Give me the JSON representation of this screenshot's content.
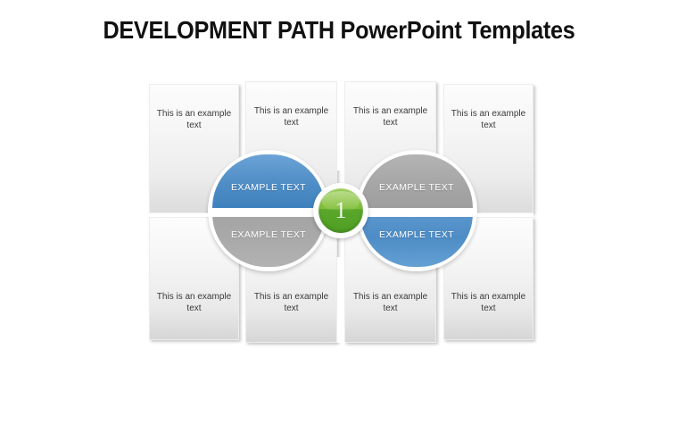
{
  "slide": {
    "title": "DEVELOPMENT PATH PowerPoint Templates",
    "background_color": "#ffffff"
  },
  "diagram": {
    "type": "four-quadrant-split-circle",
    "center": {
      "number": "1",
      "color": "#7fbe38",
      "ring_color": "#ffffff"
    },
    "colors": {
      "blue": "#4f8dc6",
      "gray": "#a6a6a6",
      "card_light": "#fcfcfc",
      "card_dark": "#dcdcdc",
      "card_text": "#3a3a3a",
      "half_label": "#ffffff"
    },
    "segments": [
      {
        "id": "top-left",
        "label": "EXAMPLE TEXT",
        "color": "#4f8dc6",
        "color_name": "blue"
      },
      {
        "id": "top-right",
        "label": "EXAMPLE TEXT",
        "color": "#a6a6a6",
        "color_name": "gray"
      },
      {
        "id": "bottom-left",
        "label": "EXAMPLE TEXT",
        "color": "#a6a6a6",
        "color_name": "gray"
      },
      {
        "id": "bottom-right",
        "label": "EXAMPLE TEXT",
        "color": "#4f8dc6",
        "color_name": "blue"
      }
    ],
    "cards": {
      "top_row": [
        {
          "id": "top-card-1",
          "text": "This is an example text"
        },
        {
          "id": "top-card-2",
          "text": "This is an example text"
        },
        {
          "id": "top-card-3",
          "text": "This is an example text"
        },
        {
          "id": "top-card-4",
          "text": "This is an example text"
        }
      ],
      "bottom_row": [
        {
          "id": "bottom-card-1",
          "text": "This is an example text"
        },
        {
          "id": "bottom-card-2",
          "text": "This is an example text"
        },
        {
          "id": "bottom-card-3",
          "text": "This is an example text"
        },
        {
          "id": "bottom-card-4",
          "text": "This is an example text"
        }
      ]
    }
  }
}
